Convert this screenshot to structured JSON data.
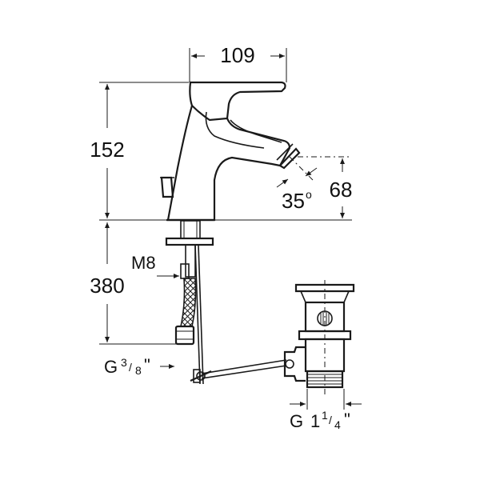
{
  "dimensions": {
    "width": "109",
    "height": "152",
    "spout_height": "68",
    "angle_value": "35",
    "angle_unit": "o",
    "hose_length": "380",
    "mounting_thread": "M8",
    "inlet_thread_prefix": "G",
    "inlet_thread_num": "3",
    "inlet_thread_den": "8",
    "inlet_thread_suffix": "\"",
    "waste_thread_prefix": "G",
    "waste_thread_whole": "1",
    "waste_thread_num": "1",
    "waste_thread_den": "4",
    "waste_thread_suffix": "\""
  },
  "colors": {
    "line": "#1a1a1a",
    "background": "#ffffff"
  }
}
